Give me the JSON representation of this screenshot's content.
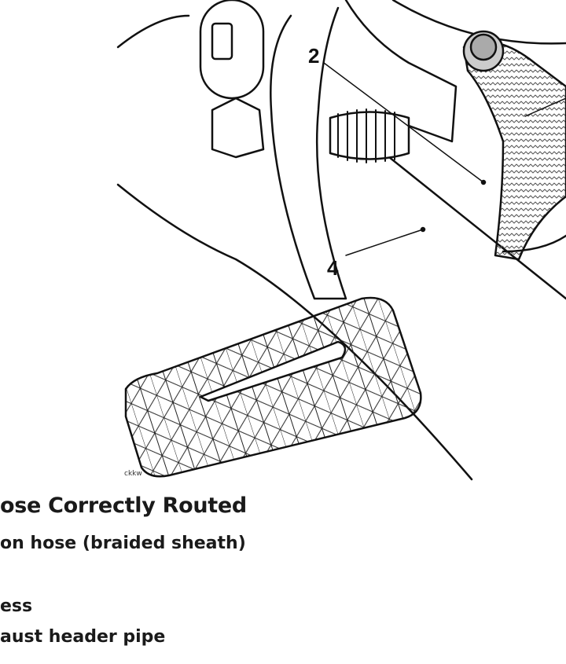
{
  "illustration": {
    "callouts": [
      "2",
      "4"
    ],
    "code": "ckkw"
  },
  "caption": {
    "heading": "ose Correctly Routed",
    "items": [
      "on hose (braided sheath)",
      "ess",
      "aust header pipe"
    ]
  }
}
